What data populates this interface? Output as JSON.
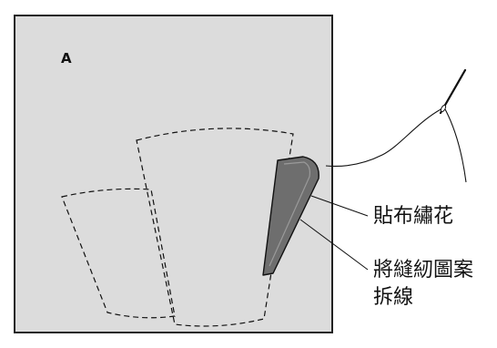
{
  "panel_letter": "A",
  "labels": {
    "applique": "貼布繡花",
    "remove_line_1": "將縫紉圖案",
    "remove_line_2": "拆線"
  },
  "colors": {
    "panel_fill": "#dcdcdc",
    "panel_border": "#222222",
    "strip_fill": "#6e6e6e",
    "line": "#111111"
  },
  "icons": [
    "needle-icon",
    "thread",
    "dashed-pattern-outline"
  ]
}
